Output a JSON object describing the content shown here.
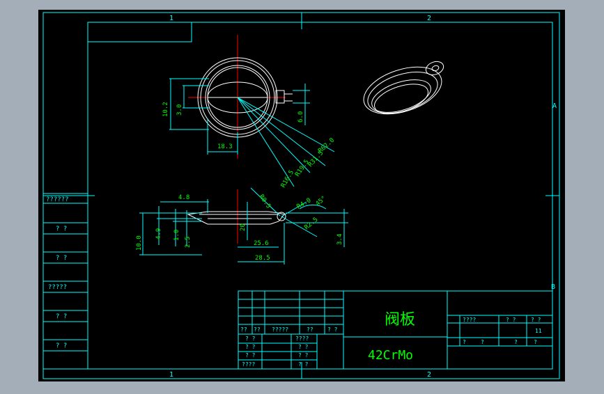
{
  "colors": {
    "background": "#a3aeb9",
    "paper": "#000000",
    "frame": "#00ffff",
    "drawing": "#ffffff",
    "dimension": "#00ff00",
    "centerline": "#ff0000",
    "title_text": "#00ff00"
  },
  "border": {
    "top_zone_1": "1",
    "top_zone_2": "2",
    "bottom_zone_1": "1",
    "bottom_zone_2": "2",
    "right_zone_a": "A",
    "right_zone_b": "B"
  },
  "left_panel": [
    "??????",
    "? ?",
    "? ?",
    "?????",
    "? ?",
    "? ?"
  ],
  "dimensions": {
    "top_view": {
      "h_10_2": "10.2",
      "h_3_0": "3.0",
      "h_6_0": "6.0",
      "w_18_3": "18.3",
      "r_62_0": "R62.0",
      "r_31_5": "R31.5",
      "r_19_5": "R19.5",
      "r_16_5": "R16.5"
    },
    "section_view": {
      "d_4_8": "4.8",
      "d_4_9": "4.9",
      "d_1_0": "1.0",
      "d_2_5": "2.5",
      "d_10_0": "10.0",
      "d_20": "20",
      "d_25_6": "25.6",
      "d_28_5": "28.5",
      "r_0_5": "R0.5",
      "r_4_0": "R4.0",
      "r_2_5": "R2.5",
      "a_45": "45°",
      "d_3_4": "3.4"
    }
  },
  "title_block": {
    "part_name": "阀板",
    "material": "42CrMo",
    "left_grid": {
      "row5": [
        "??",
        "??",
        "?????",
        "??",
        "? ?"
      ],
      "rows_lower": [
        [
          "? ?",
          "????"
        ],
        [
          "? ?",
          "? ?"
        ],
        [
          "? ?",
          "? ?"
        ],
        [
          "????",
          "? ?"
        ]
      ]
    },
    "right_grid": {
      "row2": [
        "????",
        "? ?",
        "? ?"
      ],
      "scale": "11",
      "row3": [
        "?",
        "?",
        "?",
        "?"
      ]
    }
  }
}
